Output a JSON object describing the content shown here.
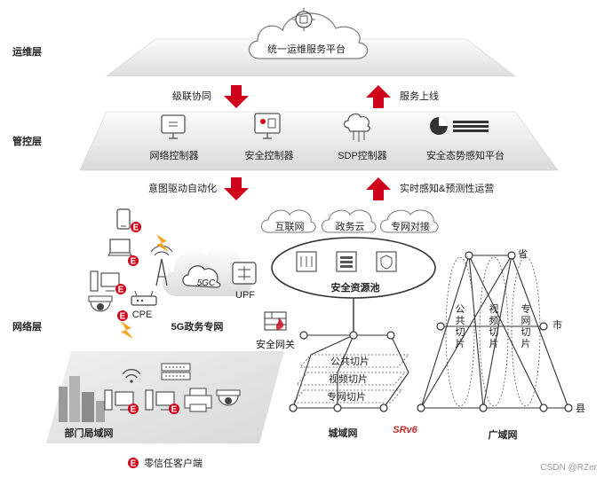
{
  "layers": {
    "ops": "运维层",
    "control": "管控层",
    "network": "网络层"
  },
  "ops_platform": "统一运维服务平台",
  "arrows": {
    "cascade": "级联协同",
    "service_up": "服务上线",
    "intent": "意图驱动自动化",
    "realtime": "实时感知&预测性运营"
  },
  "controllers": [
    {
      "label": "网络控制器"
    },
    {
      "label": "安全控制器"
    },
    {
      "label": "SDP控制器"
    },
    {
      "label": "安全态势感知平台"
    }
  ],
  "clouds": [
    "互联网",
    "政务云",
    "专网对接"
  ],
  "security_pool": "安全资源池",
  "fiveg": {
    "core": "5GC",
    "upf": "UPF",
    "cpe": "CPE",
    "name": "5G政务专网"
  },
  "gateway": "安全网关",
  "city_slices": [
    "公共切片",
    "视频切片",
    "专网切片"
  ],
  "city_network": "城域网",
  "srv6": "SRv6",
  "wan_slices": [
    "公\n共\n切\n片",
    "视\n频\n切\n片",
    "专\n网\n切\n片"
  ],
  "wan_levels": {
    "province": "省",
    "city": "市",
    "county": "县"
  },
  "wan_network": "广域网",
  "lan_name": "部门局域网",
  "zero_trust_badge": "E",
  "legend": "零信任客户端",
  "watermark": "CSDN @RZer",
  "colors": {
    "accent": "#d0021b",
    "cloud": "#e6e6e6",
    "layer": "#e8e8e8"
  }
}
